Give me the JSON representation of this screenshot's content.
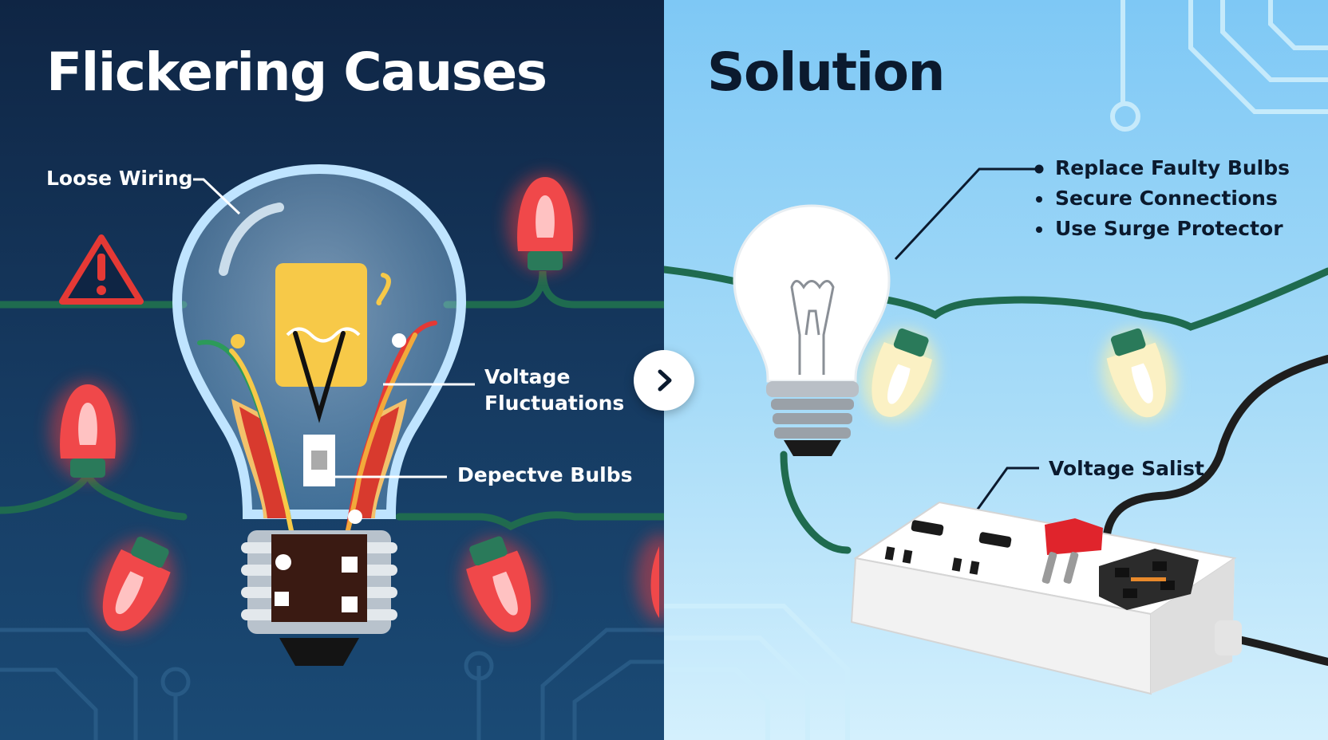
{
  "left": {
    "title": "Flickering Causes",
    "labels": {
      "loose_wiring": "Loose Wiring",
      "voltage_fluctuations": "Voltage Fluctuations",
      "defective_bulbs": "Depectve Bulbs"
    },
    "icons": [
      "warning-triangle-icon",
      "exposed-bulb-icon",
      "red-string-light-icon"
    ]
  },
  "right": {
    "title": "Solution",
    "solutions": [
      "Replace Faulty Bulbs",
      "Secure Connections",
      "Use Surge Protector"
    ],
    "voltage_label": "Voltage Salist",
    "icons": [
      "light-bulb-icon",
      "string-light-icon",
      "power-strip-icon"
    ]
  },
  "navigation": {
    "next_icon": "chevron-right-icon"
  },
  "colors": {
    "left_background": "#0f2544",
    "right_background": "#8fd0f6",
    "warning_red": "#e53935",
    "wire_green": "#1f6b4f",
    "glow_red": "#ff4a4a",
    "bulb_yellow": "#f7c948",
    "plug_red": "#e0242c"
  }
}
